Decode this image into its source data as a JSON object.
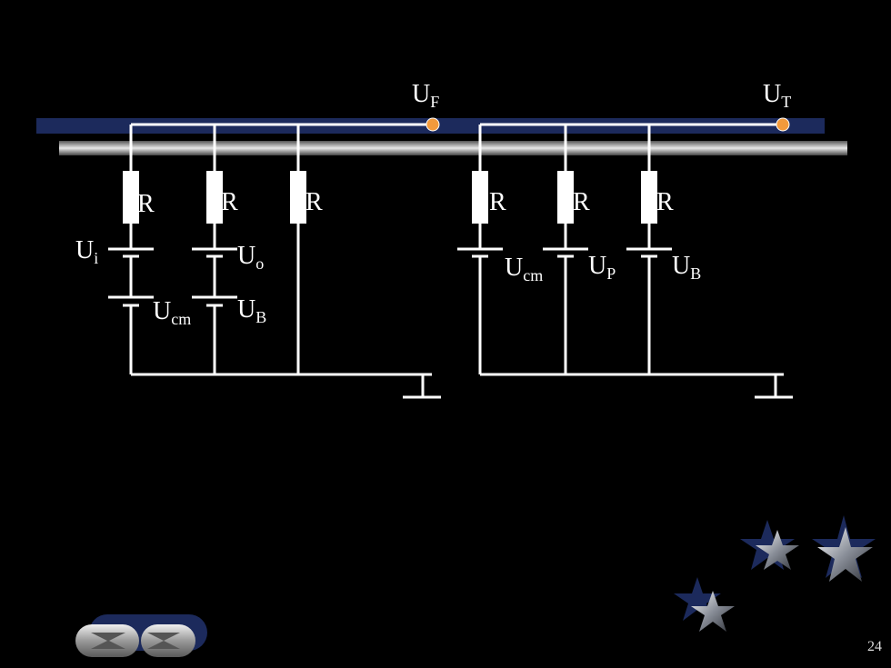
{
  "slide": {
    "page_number": "24"
  },
  "circuit": {
    "node_f": {
      "main": "U",
      "sub": "F"
    },
    "node_t": {
      "main": "U",
      "sub": "T"
    },
    "resistor_label": "R",
    "left": {
      "ui": {
        "main": "U",
        "sub": "i"
      },
      "ucm": {
        "main": "U",
        "sub": "cm"
      },
      "uo": {
        "main": "U",
        "sub": "o"
      },
      "ub": {
        "main": "U",
        "sub": "B"
      }
    },
    "right": {
      "ucm": {
        "main": "U",
        "sub": "cm"
      },
      "up": {
        "main": "U",
        "sub": "P"
      },
      "ub": {
        "main": "U",
        "sub": "B"
      }
    }
  },
  "colors": {
    "bus_bar": "#1c2a5c",
    "node_dot": "#f29a3c",
    "wire": "#ffffff"
  },
  "nav": {
    "prev_icon": "left-arrow-icon",
    "next_icon": "right-arrow-icon"
  }
}
